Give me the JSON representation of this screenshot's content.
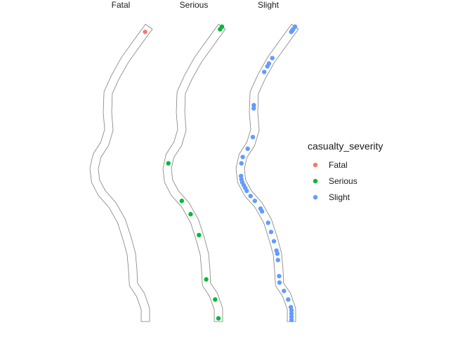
{
  "chart_data": {
    "type": "scatter",
    "facets": [
      "Fatal",
      "Serious",
      "Slight"
    ],
    "legend": {
      "title": "casualty_severity",
      "entries": [
        {
          "label": "Fatal",
          "color": "#F8766D"
        },
        {
          "label": "Serious",
          "color": "#00BA38"
        },
        {
          "label": "Slight",
          "color": "#619CFF"
        }
      ]
    },
    "series": [
      {
        "facet": "Fatal",
        "color": "#F8766D",
        "points_t": [
          0.02
        ]
      },
      {
        "facet": "Serious",
        "color": "#00BA38",
        "points_t": [
          0.0,
          0.01,
          0.47,
          0.6,
          0.65,
          0.72,
          0.86,
          0.93,
          0.99
        ]
      },
      {
        "facet": "Slight",
        "color": "#619CFF",
        "points_t": [
          0.0,
          0.01,
          0.015,
          0.02,
          0.12,
          0.14,
          0.15,
          0.17,
          0.28,
          0.29,
          0.38,
          0.42,
          0.45,
          0.47,
          0.51,
          0.52,
          0.53,
          0.54,
          0.55,
          0.56,
          0.58,
          0.6,
          0.63,
          0.64,
          0.68,
          0.71,
          0.74,
          0.77,
          0.78,
          0.8,
          0.85,
          0.87,
          0.9,
          0.93,
          0.955,
          0.965,
          0.975,
          0.985,
          0.995
        ]
      }
    ]
  }
}
